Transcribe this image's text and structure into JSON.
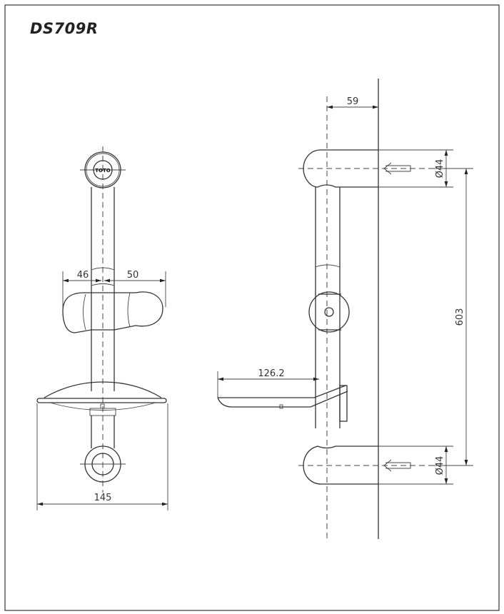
{
  "title": "DS709R",
  "logo_text": "TOTO",
  "dimensions": {
    "front_left_offset": "46",
    "front_right_offset": "50",
    "front_width": "145",
    "side_depth": "59",
    "soap_dish_depth": "126.2",
    "bracket_diameter_top": "Ø44",
    "bracket_diameter_bottom": "Ø44",
    "bracket_spacing": "603"
  }
}
